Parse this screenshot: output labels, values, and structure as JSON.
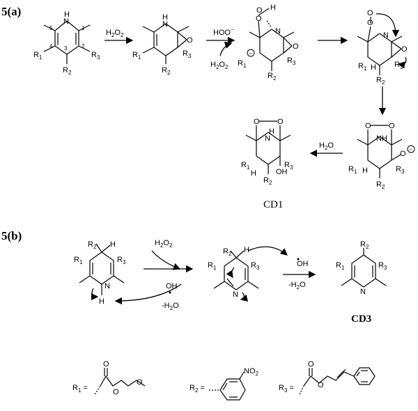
{
  "panel_a": {
    "label": "5(a)",
    "product_label": "CD1",
    "reagents": {
      "step1_left": "H",
      "step1_sub": "2",
      "step1_right": "O",
      "step1_sub2": "2",
      "hoo": "HOO",
      "hoo_charge": "−",
      "h2o2_left": "H",
      "h2o2_sub": "2",
      "h2o2_right": "O",
      "h2o2_sub2": "2",
      "water_left": "H",
      "water_sub": "2",
      "water_right": "O"
    },
    "atoms": {
      "nh": "N",
      "h": "H",
      "o": "O",
      "n": "N",
      "oh": "OH",
      "minus": "−",
      "c1": "1",
      "c2": "2",
      "c3": "3",
      "c4": "4",
      "c5": "5",
      "r1": "R",
      "r1_sub": "1",
      "r2": "R",
      "r2_sub": "2",
      "r3": "R",
      "r3_sub": "3"
    }
  },
  "panel_b": {
    "label": "5(b)",
    "product_label": "CD3",
    "reagents": {
      "h2o2_left": "H",
      "h2o2_sub": "2",
      "h2o2_right": "O",
      "h2o2_sub2": "2",
      "oh": "OH",
      "minus_water": "-H",
      "minus_water_sub": "2",
      "minus_water_o": "O"
    }
  },
  "legend": {
    "r1_def": "R",
    "r1_sub": "1",
    "r1_eq": " =",
    "r2_def": "R",
    "r2_sub": "2",
    "r2_eq": " =",
    "r3_def": "R",
    "r3_sub": "3",
    "r3_eq": " =",
    "no2": "NO",
    "no2_sub": "2",
    "o": "O"
  }
}
